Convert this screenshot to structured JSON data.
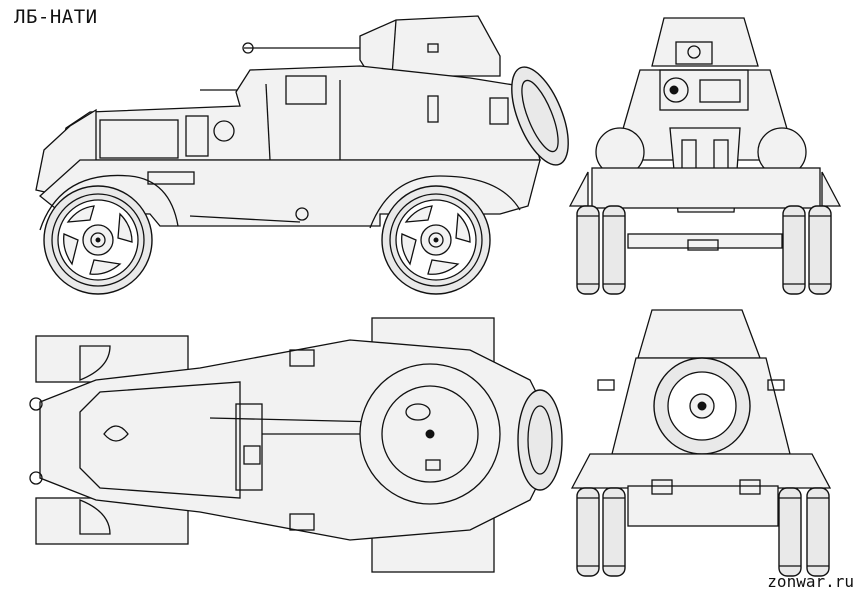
{
  "drawing": {
    "title": "ЛБ-НАТИ",
    "credit": "zonwar.ru"
  },
  "views": [
    {
      "name": "side-view"
    },
    {
      "name": "front-view"
    },
    {
      "name": "top-view"
    },
    {
      "name": "rear-view"
    }
  ]
}
